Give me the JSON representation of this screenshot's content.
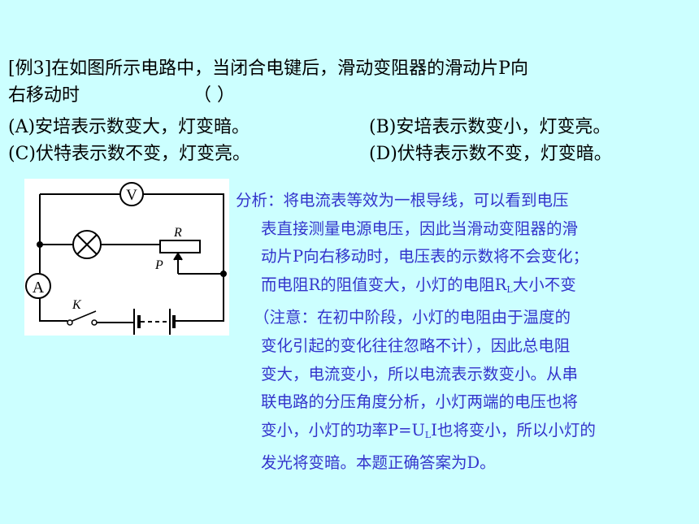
{
  "question": {
    "label": "[例3]",
    "line1": "在如图所示电路中，当闭合电键后，滑动变阻器的滑动片P向",
    "line2": "右移动时",
    "blank": "（    ）",
    "options": [
      "(A)安培表示数变大，灯变暗。",
      "(B)安培表示数变小，灯变亮。",
      "(C)伏特表示数不变，灯变亮。",
      "(D)伏特表示数不变，灯变暗。"
    ]
  },
  "figure": {
    "voltmeter": "V",
    "ammeter": "A",
    "resistor": "R",
    "slider": "P",
    "switch": "K"
  },
  "analysis": {
    "l1": "分析：将电流表等效为一根导线，可以看到电压",
    "l2": "表直接测量电源电压，因此当滑动变阻器的滑",
    "l3": "动片P向右移动时，电压表的示数将不会变化；",
    "l4a": "而电阻R的阻值变大，小灯的电阻R",
    "l4sub": "L",
    "l4b": "大小不变",
    "l5": "（注意：在初中阶段，小灯的电阻由于温度的",
    "l6": "变化引起的变化往往忽略不计），因此总电阻",
    "l7": "变大，电流变小，所以电流表示数变小。从串",
    "l8": "联电路的分压角度分析，小灯两端的电压也将",
    "l9a": "变小，小灯的功率P=U",
    "l9sub": "L",
    "l9b": "I也将变小，所以小灯的",
    "l10": "发光将变暗。本题正确答案为D。"
  }
}
